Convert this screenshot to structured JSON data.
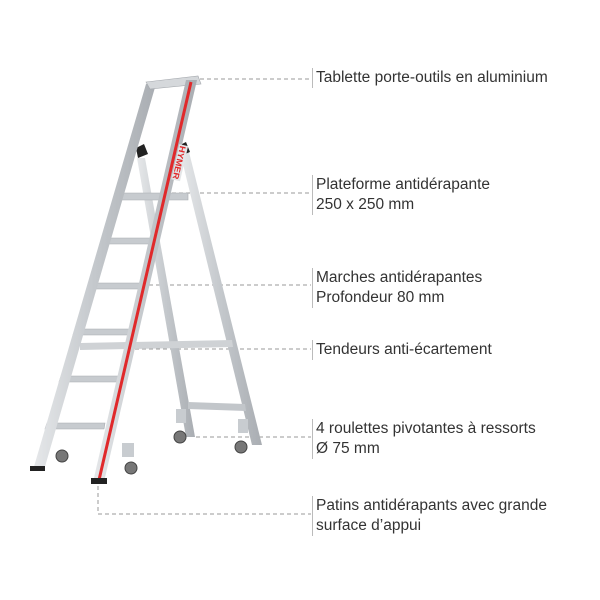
{
  "product": {
    "brand_mark": "HYMER",
    "rail_accent_color": "#e0292b",
    "frame_color": "#c9cdd1",
    "callout_line_color": "#9a9a9a"
  },
  "callouts": [
    {
      "lines": [
        "Tablette porte-outils en aluminium"
      ]
    },
    {
      "lines": [
        "Plateforme antidérapante",
        "250 x 250 mm"
      ]
    },
    {
      "lines": [
        "Marches antidérapantes",
        "Profondeur 80 mm"
      ]
    },
    {
      "lines": [
        "Tendeurs anti-écartement"
      ]
    },
    {
      "lines": [
        "4 roulettes pivotantes à ressorts",
        "Ø 75 mm"
      ]
    },
    {
      "lines": [
        "Patins antidérapants avec grande",
        "surface d’appui"
      ]
    }
  ]
}
